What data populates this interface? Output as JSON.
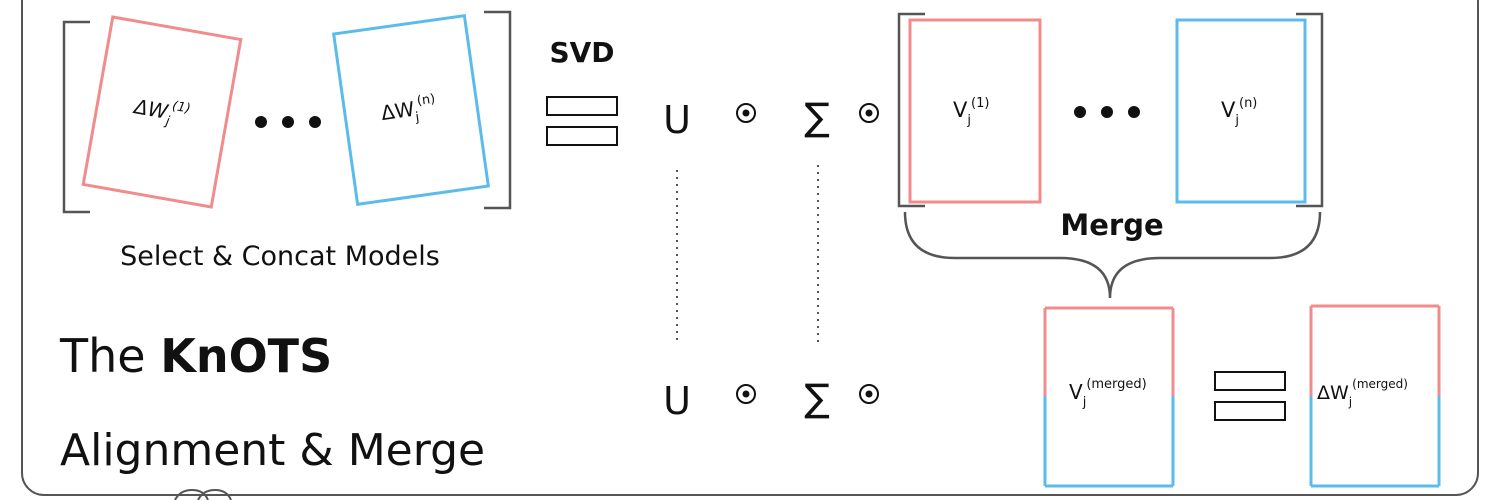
{
  "colors": {
    "red": "#f08c8c",
    "blue": "#5bbcec",
    "ink": "#111111",
    "frame": "#555555"
  },
  "left": {
    "matrix_first_label": "ΔW",
    "matrix_first_sub": "j",
    "matrix_first_sup": "(1)",
    "matrix_last_label": "ΔW",
    "matrix_last_sub": "j",
    "matrix_last_sup": "(n)",
    "caption": "Select & Concat Models"
  },
  "svd": {
    "label": "SVD"
  },
  "ops": {
    "u": "U",
    "sigma": "∑",
    "dot": "⊙"
  },
  "right": {
    "v_first_label": "V",
    "v_first_sub": "j",
    "v_first_sup": "(1)",
    "v_last_label": "V",
    "v_last_sub": "j",
    "v_last_sup": "(n)",
    "merge_label": "Merge",
    "v_merged_label": "V",
    "v_merged_sub": "j",
    "v_merged_sup": "(merged)",
    "w_merged_label": "ΔW",
    "w_merged_sub": "j",
    "w_merged_sup": "(merged)"
  },
  "title": {
    "prefix": "The ",
    "name": "KnOTS",
    "line2": "Alignment & Merge"
  }
}
